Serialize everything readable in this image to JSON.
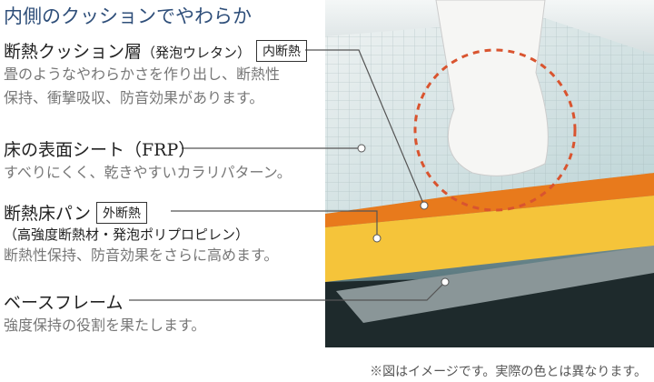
{
  "title": "内側のクッションでやわらか",
  "layers": [
    {
      "name": "断熱クッション層",
      "sub": "（発泡ウレタン）",
      "tag": "内断熱",
      "desc": [
        "畳のようなやわらかさを作り出し、断熱性",
        "保持、衝撃吸収、防音効果があります。"
      ]
    },
    {
      "name": "床の表面シート（FRP）",
      "desc": [
        "すべりにくく、乾きやすいカラリパターン。"
      ]
    },
    {
      "name": "断熱床パン",
      "tag": "外断熱",
      "sub": "（高強度断熱材・発泡ポリプロピレン）",
      "desc": [
        "断熱性保持、防音効果をさらに高めます。"
      ]
    },
    {
      "name": "ベースフレーム",
      "desc": [
        "強度保持の役割を果たします。"
      ]
    }
  ],
  "note": "※図はイメージです。実際の色とは異なります。",
  "colors": {
    "title": "#2f4f7a",
    "orange": "#e87a1c",
    "yellow": "#f5c43a",
    "circle": "#d9542f"
  }
}
